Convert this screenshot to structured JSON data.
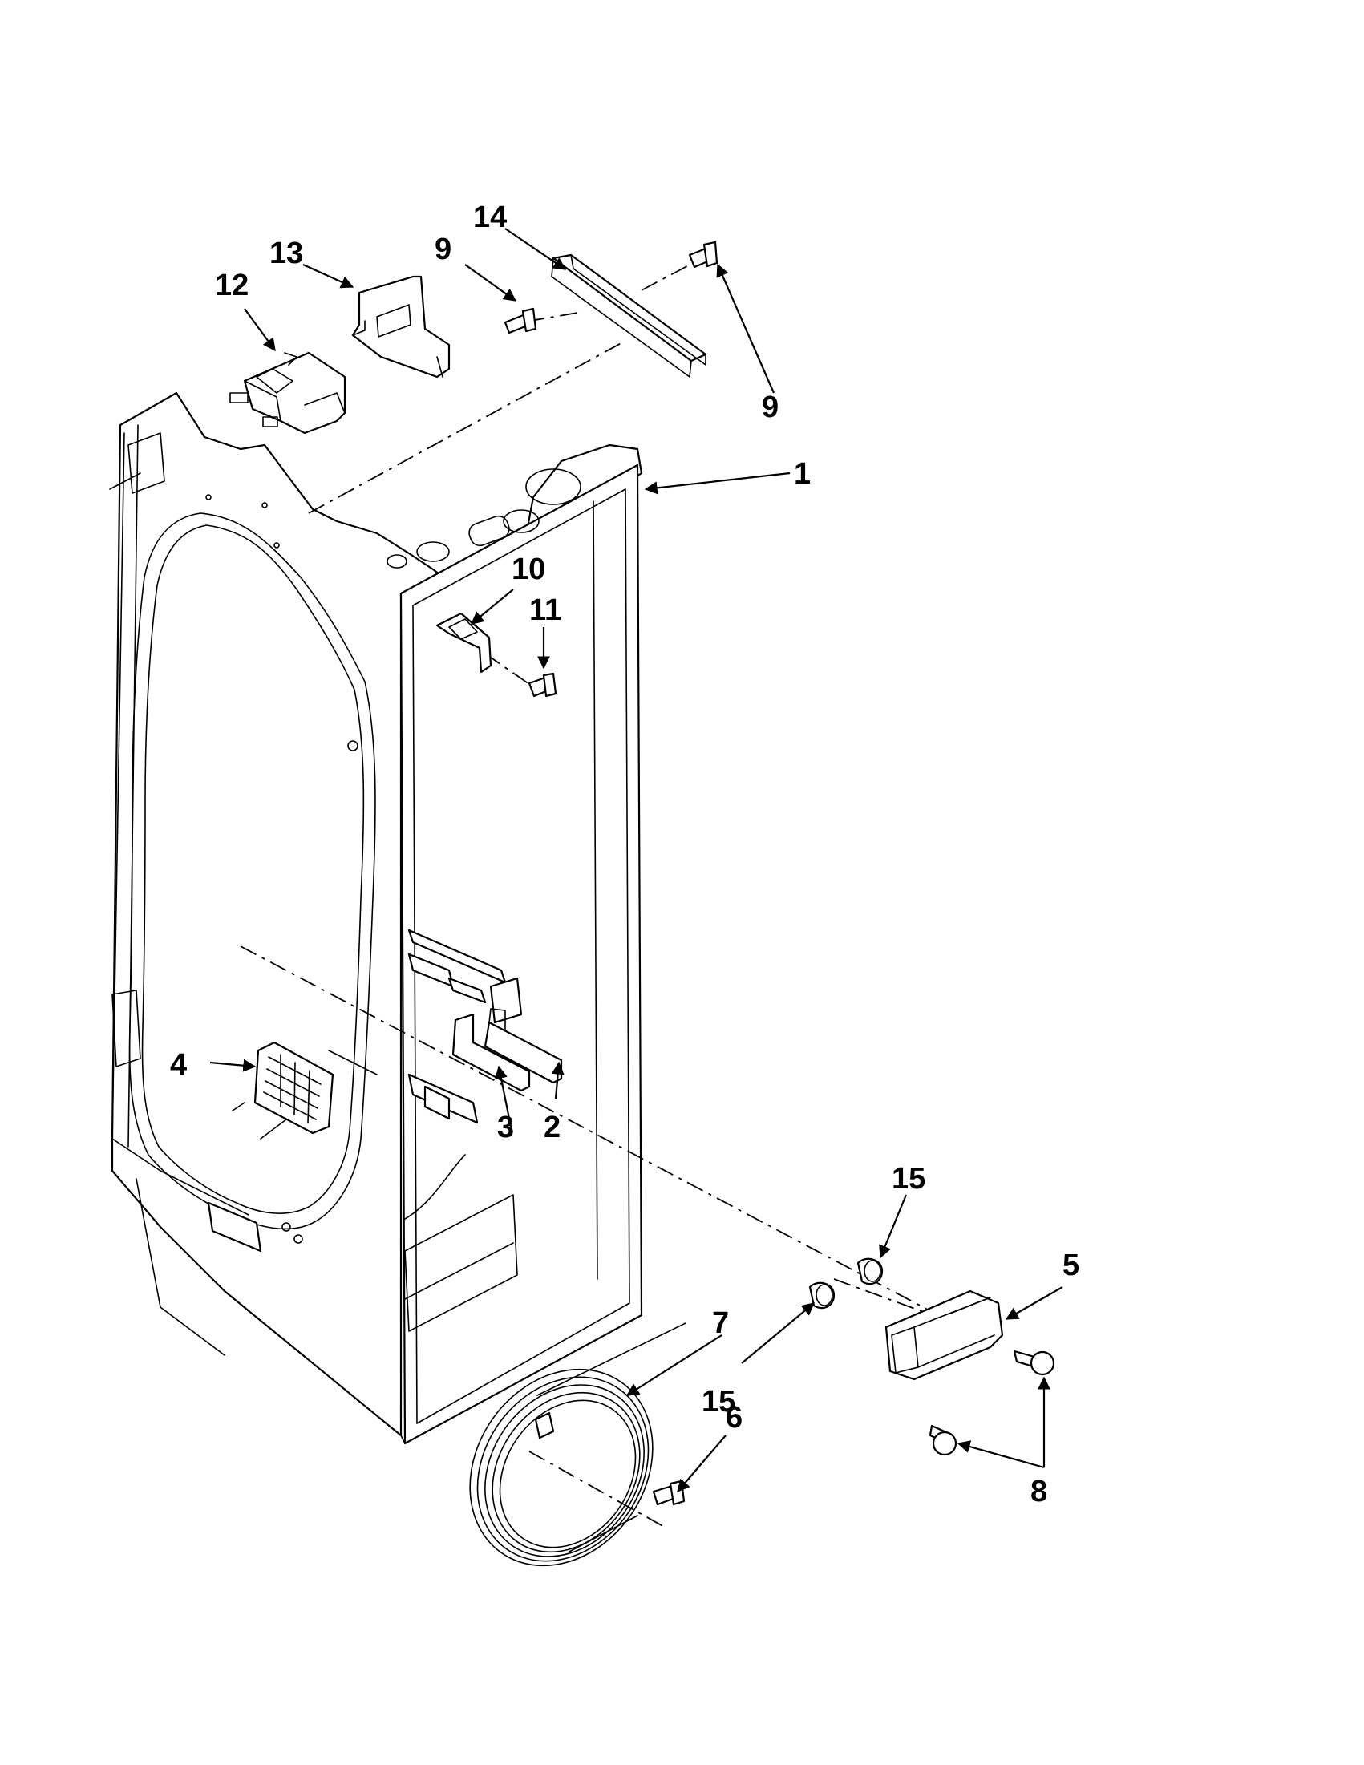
{
  "diagram": {
    "callouts": [
      {
        "id": "c1",
        "label": "1"
      },
      {
        "id": "c2",
        "label": "2"
      },
      {
        "id": "c3",
        "label": "3"
      },
      {
        "id": "c4",
        "label": "4"
      },
      {
        "id": "c5",
        "label": "5"
      },
      {
        "id": "c6",
        "label": "6"
      },
      {
        "id": "c7",
        "label": "7"
      },
      {
        "id": "c8",
        "label": "8"
      },
      {
        "id": "c9a",
        "label": "9"
      },
      {
        "id": "c9b",
        "label": "9"
      },
      {
        "id": "c10",
        "label": "10"
      },
      {
        "id": "c11",
        "label": "11"
      },
      {
        "id": "c12",
        "label": "12"
      },
      {
        "id": "c13",
        "label": "13"
      },
      {
        "id": "c14",
        "label": "14"
      },
      {
        "id": "c15a",
        "label": "15"
      },
      {
        "id": "c15b",
        "label": "15"
      }
    ]
  }
}
